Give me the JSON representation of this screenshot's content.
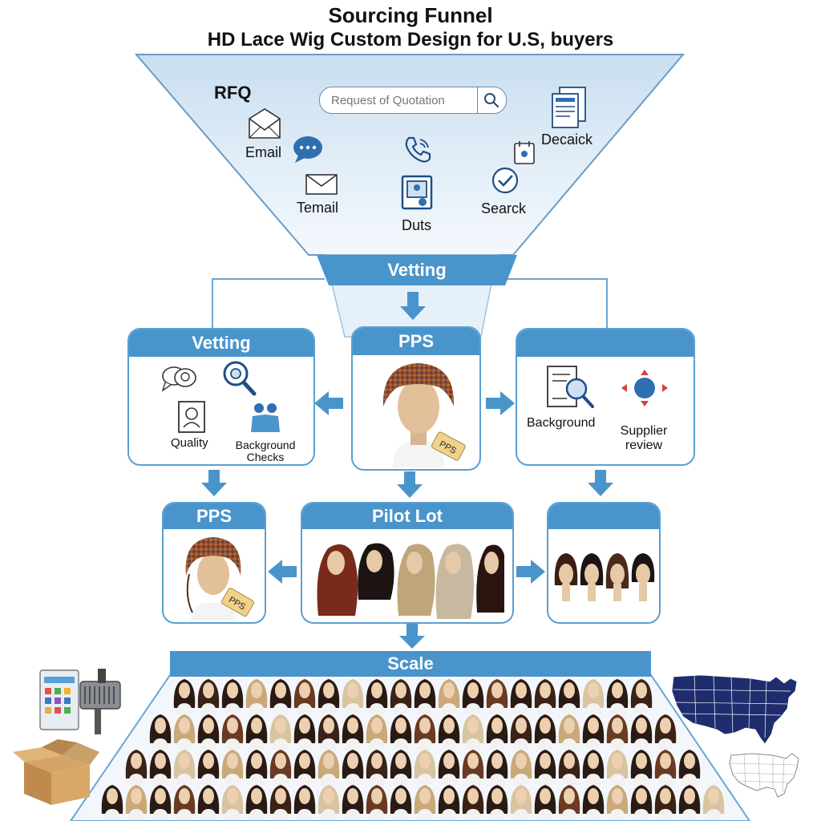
{
  "title": "Sourcing Funnel",
  "subtitle": "HD Lace Wig Custom Design for U.S, buyers",
  "funnel": {
    "rfq_label": "RFQ",
    "search_placeholder": "Request of Quotation",
    "items": {
      "email": "Email",
      "temail": "Temail",
      "duts": "Duts",
      "search": "Searck",
      "decaick": "Decaick"
    }
  },
  "stages": {
    "vetting_band": "Vetting",
    "left_box": {
      "title": "Vetting",
      "quality": "Quality",
      "background_checks": "Background Checks"
    },
    "center_box": {
      "title": "PPS",
      "tag": "PPS"
    },
    "right_box": {
      "background": "Background",
      "supplier_review": "Supplier review"
    },
    "pps_box": {
      "title": "PPS",
      "tag": "PPS"
    },
    "pilot_box": {
      "title": "Pilot Lot"
    },
    "scale_band": "Scale"
  },
  "colors": {
    "accent": "#4a94cc",
    "funnel_fill": "#dcebf7",
    "map_navy": "#1f2d6e"
  },
  "icons": [
    "envelope-icon",
    "chat-bubble-icon",
    "phone-icon",
    "document-icon",
    "calendar-icon",
    "checkmark-icon",
    "search-icon",
    "magnifier-icon",
    "id-card-icon",
    "people-icon",
    "globe-icon",
    "usa-map-icon",
    "box-icon",
    "card-machine-icon"
  ]
}
